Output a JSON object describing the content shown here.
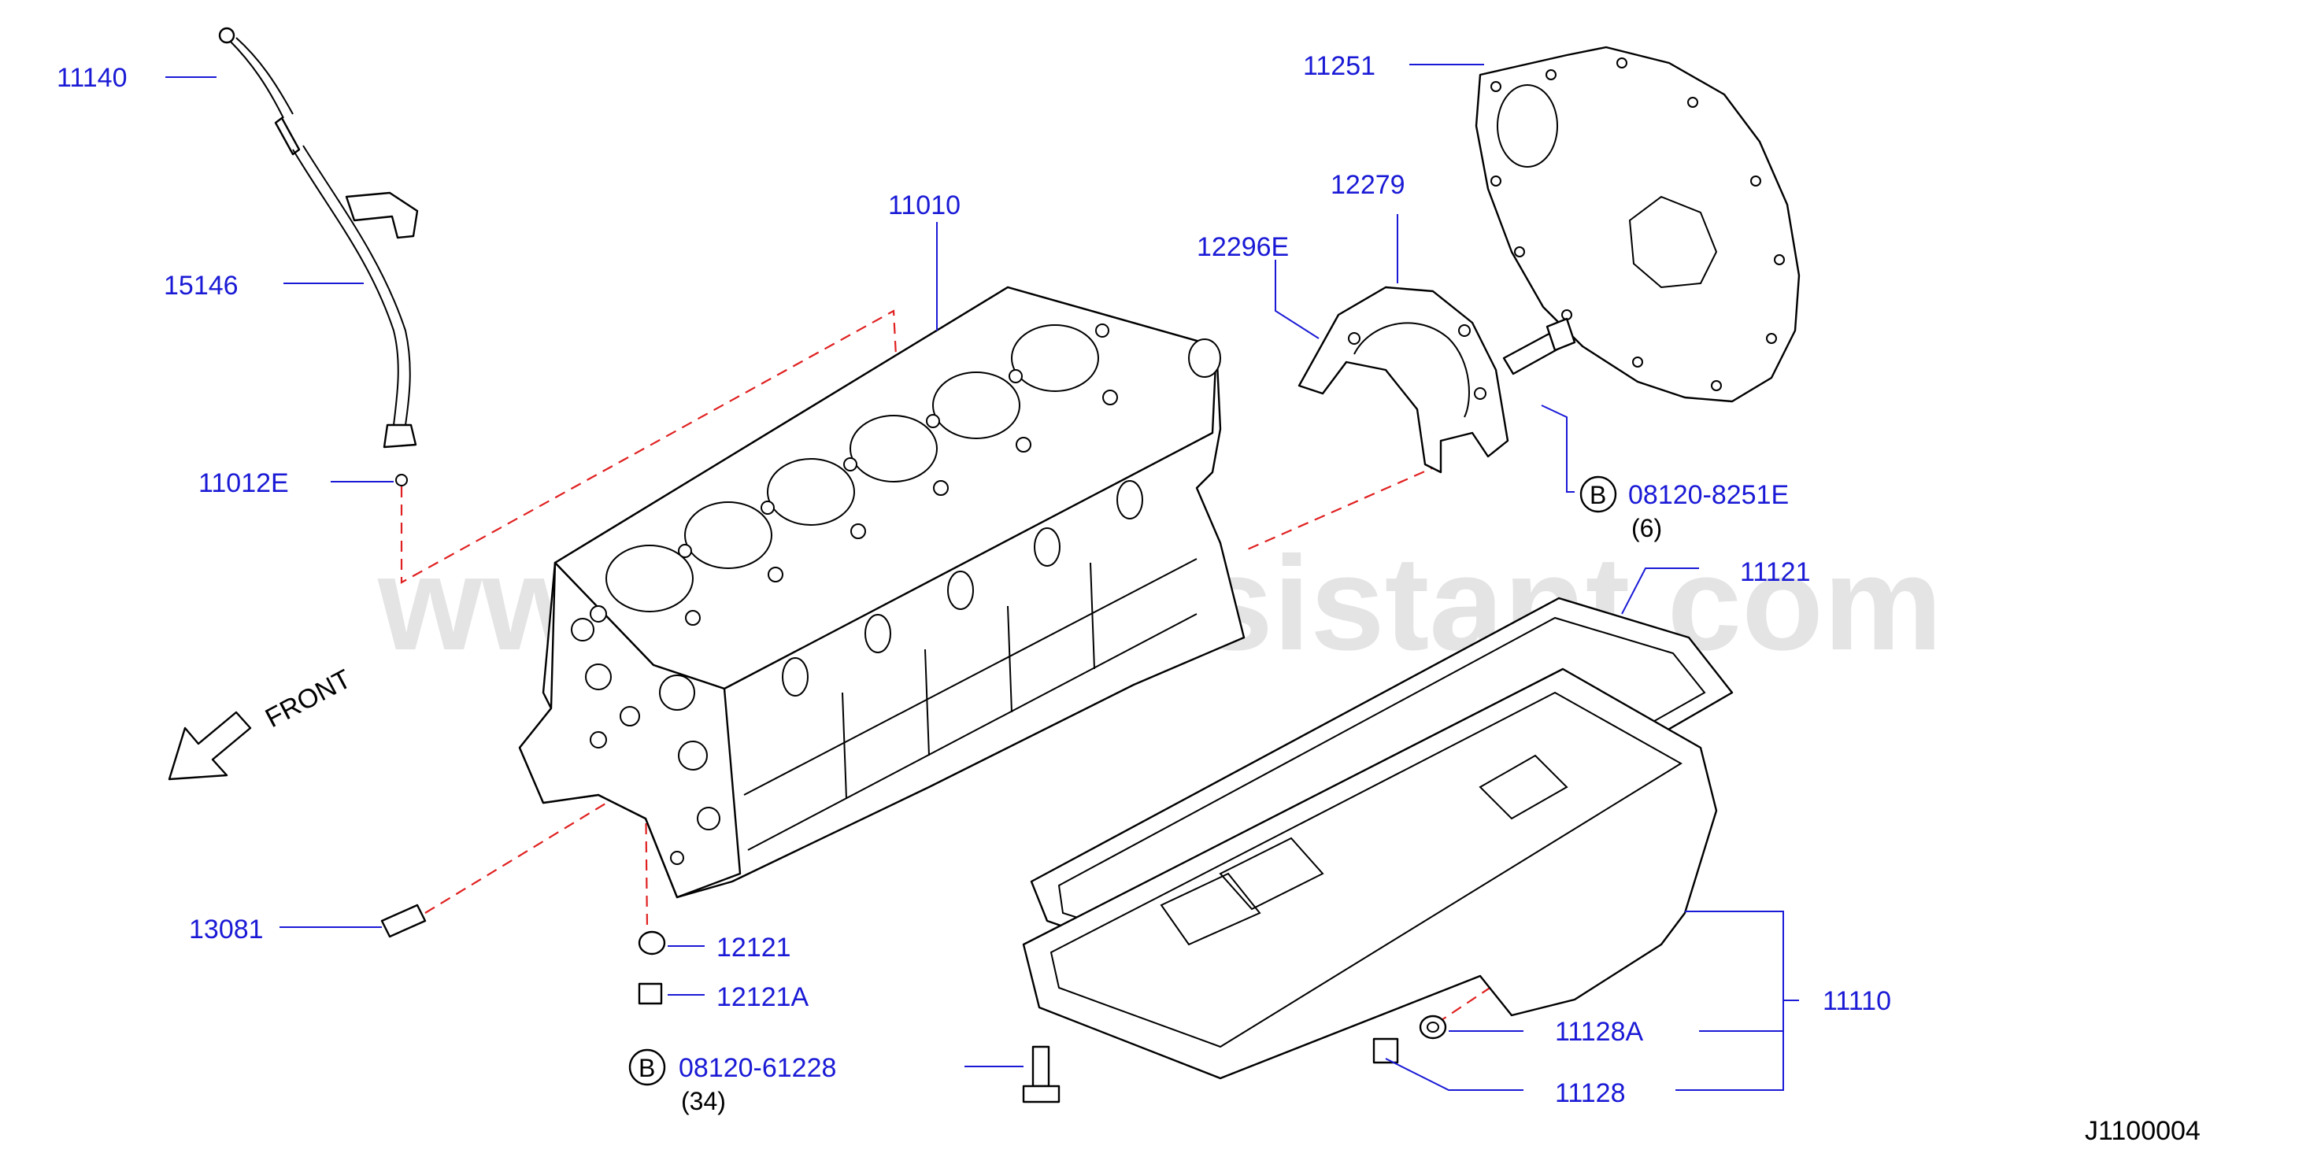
{
  "watermark": "www.partsassistant.com",
  "front_label": "FRONT",
  "diagram_id": "J1100004",
  "parts": {
    "p11140": "11140",
    "p15146": "15146",
    "p11012E": "11012E",
    "p11010": "11010",
    "p11251": "11251",
    "p12279": "12279",
    "p12296E": "12296E",
    "p08120_8251E": "08120-8251E",
    "p08120_8251E_qty": "(6)",
    "p11121": "11121",
    "p13081": "13081",
    "p12121": "12121",
    "p12121A": "12121A",
    "p08120_61228": "08120-61228",
    "p08120_61228_qty": "(34)",
    "p11110": "11110",
    "p11128A": "11128A",
    "p11128": "11128"
  },
  "badges": {
    "bolt_b1": "B",
    "bolt_b2": "B"
  },
  "colors": {
    "label": "#1a1ad6",
    "dash": "#e02020",
    "watermark": "#d6d6d6"
  }
}
